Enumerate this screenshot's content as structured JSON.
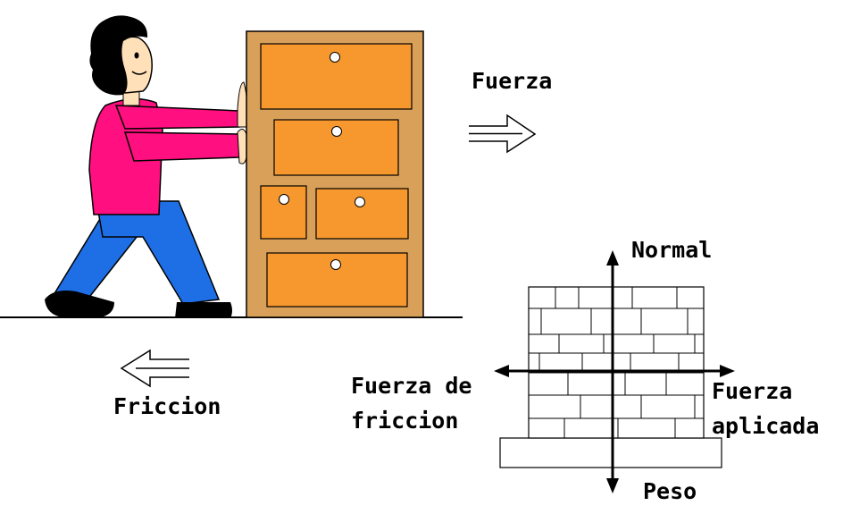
{
  "labels": {
    "fuerza": "Fuerza",
    "friccion": "Friccion",
    "normal": "Normal",
    "fuerza_de_friccion_line1": "Fuerza de",
    "fuerza_de_friccion_line2": "friccion",
    "fuerza_aplicada_line1": "Fuerza",
    "fuerza_aplicada_line2": "aplicada",
    "peso": "Peso"
  },
  "colors": {
    "shirt": "#ff0f7f",
    "pants": "#1e6fe6",
    "skin": "#ffe0b8",
    "dresser": "#d9a05a",
    "drawer": "#f7982e",
    "ink": "#000000"
  }
}
